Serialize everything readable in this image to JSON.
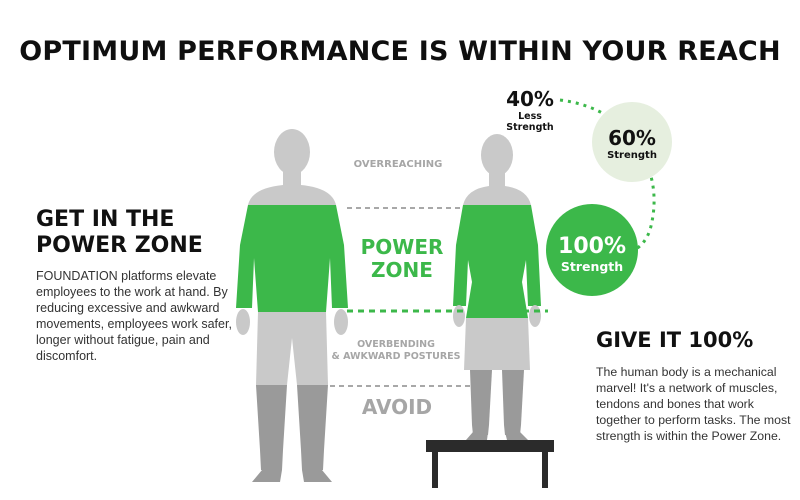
{
  "title": "OPTIMUM PERFORMANCE IS WITHIN YOUR REACH",
  "left": {
    "heading_line1": "GET IN THE",
    "heading_line2": "POWER ZONE",
    "body": "FOUNDATION platforms elevate employees to the work at hand. By reducing excessive and awkward movements, employees work safer, longer without fatigue, pain and discomfort."
  },
  "right": {
    "heading": "GIVE IT 100%",
    "body": "The human body is a mechanical marvel! It's a network of muscles, tendons and bones that work together to perform tasks. The most strength is within the Power Zone."
  },
  "zones": {
    "overreaching": "OVERREACHING",
    "power_zone_line1": "POWER",
    "power_zone_line2": "ZONE",
    "overbending_line1": "OVERBENDING",
    "overbending_line2": "& AWKWARD POSTURES",
    "avoid": "AVOID"
  },
  "strength": {
    "less_pct": "40%",
    "less_line1": "Less",
    "less_line2": "Strength",
    "mid_pct": "60%",
    "mid_label": "Strength",
    "full_pct": "100%",
    "full_label": "Strength"
  },
  "colors": {
    "green": "#3cb84a",
    "light_green": "#e6efdf",
    "body_gray": "#c9c9c9",
    "leg_gray": "#9a9a9a",
    "platform": "#2b2b2b"
  }
}
